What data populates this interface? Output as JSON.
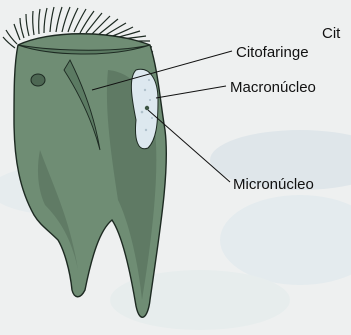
{
  "labels": {
    "citostoma_partial": "Cit",
    "citofaringe": "Citofaringe",
    "macronucleo": "Macronúcleo",
    "micronucleo": "Micronúcleo"
  },
  "colors": {
    "body_fill": "#6f8d74",
    "body_shadow": "#4d6753",
    "outline": "#1d2a22",
    "nucleus": "#dde8ef",
    "background": "#eef0f0"
  }
}
